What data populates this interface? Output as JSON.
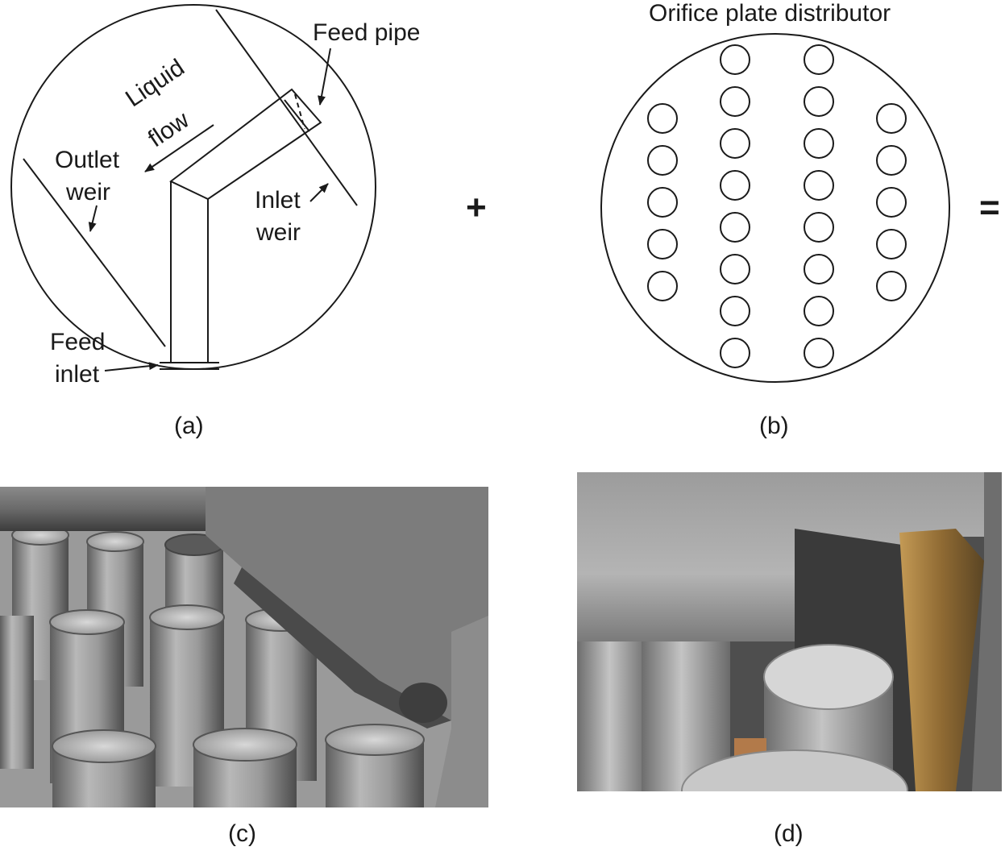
{
  "panel_a": {
    "labels": {
      "feed_pipe": "Feed pipe",
      "liquid": "Liquid",
      "flow": "flow",
      "outlet": "Outlet",
      "outlet_weir": "weir",
      "inlet": "Inlet",
      "inlet_weir": "weir",
      "feed": "Feed",
      "feed_inlet": "inlet"
    },
    "caption": "(a)"
  },
  "panel_b": {
    "title": "Orifice plate distributor",
    "caption": "(b)",
    "orifice_columns": [
      5,
      8,
      8,
      5
    ]
  },
  "panel_c": {
    "caption": "(c)"
  },
  "panel_d": {
    "caption": "(d)"
  },
  "operators": {
    "plus": "+",
    "equals": "="
  },
  "colors": {
    "line": "#1a1a1a",
    "metal_light": "#c9c9c9",
    "metal_dark": "#5a5a5a",
    "rust": "#a9783a"
  }
}
